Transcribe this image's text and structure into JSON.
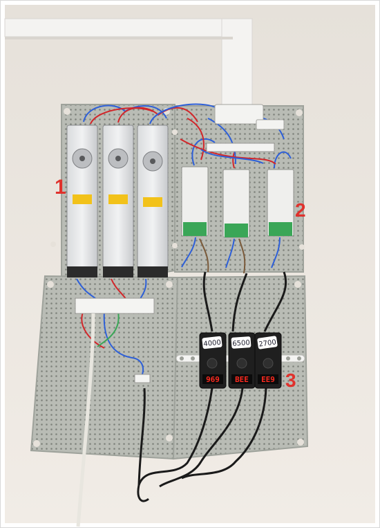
{
  "labels": {
    "psu_group": "1",
    "controller_group": "2",
    "dimmer_group": "3"
  },
  "dimmers": [
    {
      "sticker": "4000",
      "display": "969"
    },
    {
      "sticker": "6500",
      "display": "BEE"
    },
    {
      "sticker": "2700",
      "display": "EE9"
    }
  ],
  "colors": {
    "wall": "#ece7e1",
    "panel": "#b9bcb5",
    "label_red": "#e0312c",
    "display_red": "#ff2a1f",
    "wire_blue": "#2d5fd8",
    "wire_red": "#d2262a"
  }
}
